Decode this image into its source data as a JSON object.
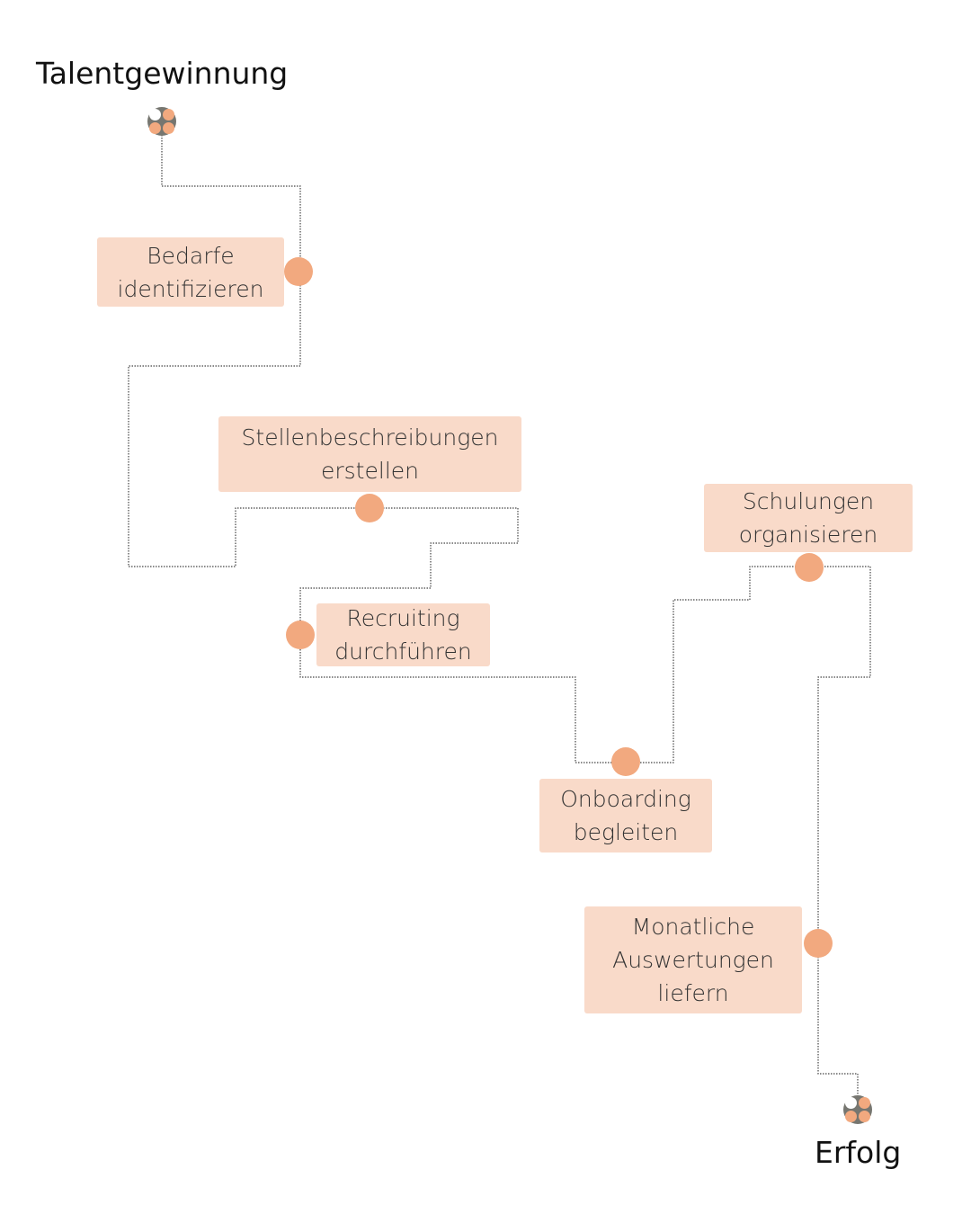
{
  "start_label": "Talentgewinnung",
  "end_label": "Erfolg",
  "steps": [
    {
      "label": "Bedarfe\nidentifizieren"
    },
    {
      "label": "Stellenbeschreibungen\nerstellen"
    },
    {
      "label": "Recruiting\ndurchführen"
    },
    {
      "label": "Onboarding\nbegleiten"
    },
    {
      "label": "Schulungen\norganisieren"
    },
    {
      "label": "Monatliche\nAuswertungen\nliefern"
    }
  ],
  "colors": {
    "box": "#f9dac9",
    "dot": "#f2a97f",
    "icon": "#767670"
  }
}
